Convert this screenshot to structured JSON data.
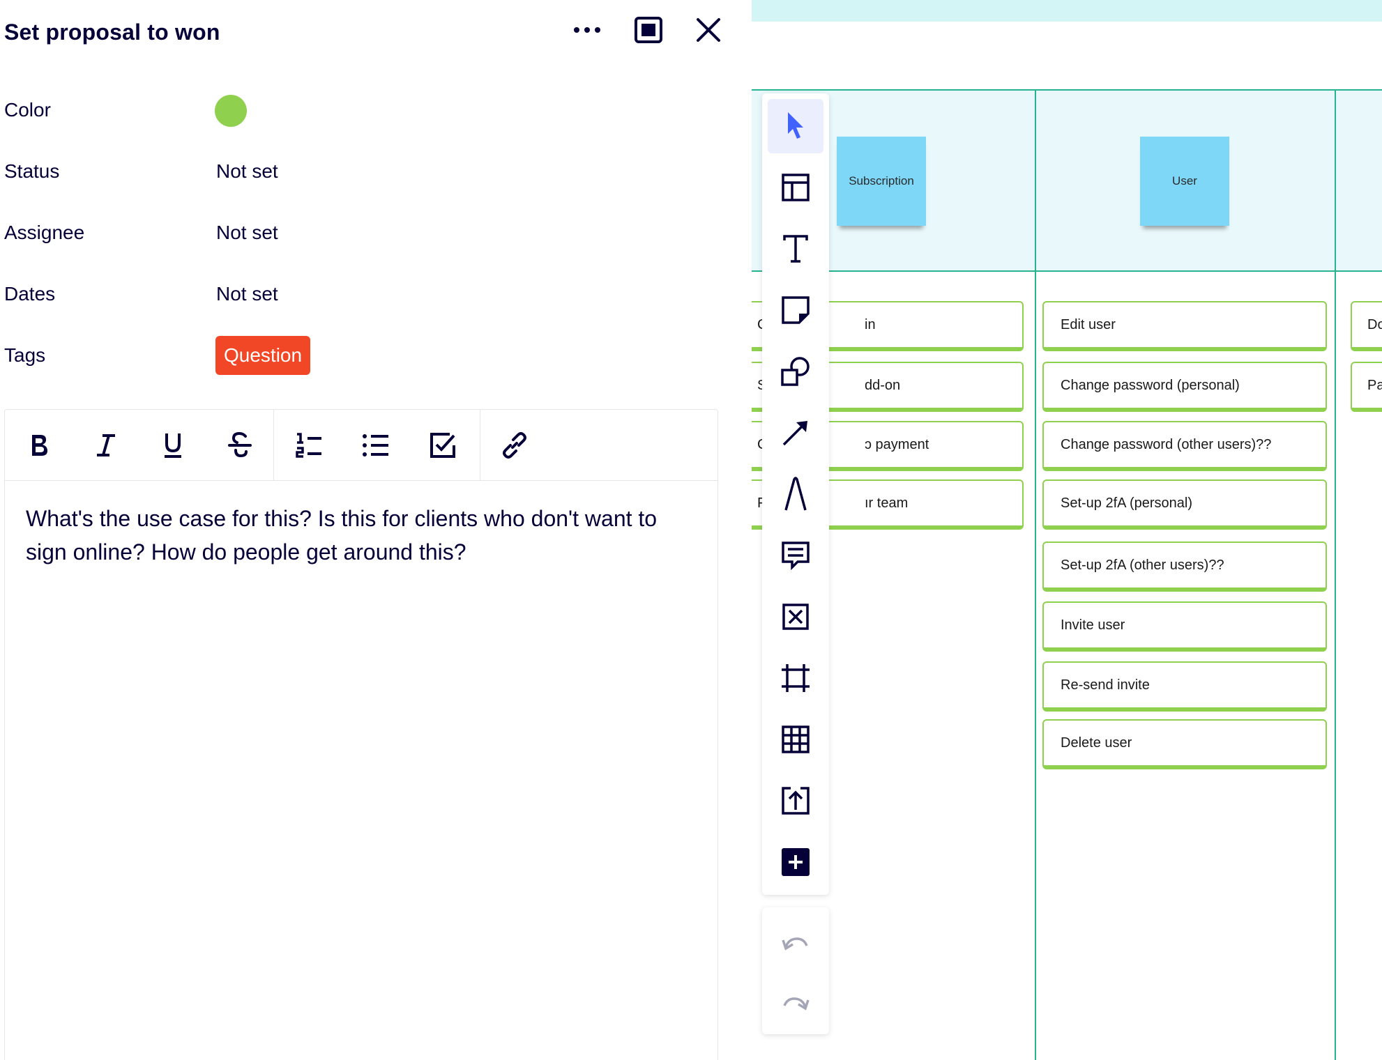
{
  "panel": {
    "title": "Set proposal to won",
    "properties": {
      "color_label": "Color",
      "color_value": "#8fd14f",
      "status_label": "Status",
      "status_value": "Not set",
      "assignee_label": "Assignee",
      "assignee_value": "Not set",
      "dates_label": "Dates",
      "dates_value": "Not set",
      "tags_label": "Tags",
      "tag": "Question",
      "tag_color": "#f24726"
    },
    "editor": {
      "toolbar": [
        "bold-icon",
        "italic-icon",
        "underline-icon",
        "strikethrough-icon",
        "numbered-list-icon",
        "bullet-list-icon",
        "checklist-icon",
        "link-icon"
      ],
      "text": "What's the use case for this? Is this for clients who don't want to sign online? How do people get around this?"
    },
    "header_icons": [
      "more-icon",
      "expand-icon",
      "close-icon"
    ]
  },
  "board": {
    "stickies": [
      "Subscription",
      "User"
    ],
    "sticky_color": "#7fd7f7",
    "card_border_color": "#8fd14f",
    "column_line_color": "#27b38f",
    "left_column_cards": [
      "C",
      "S",
      "C",
      "F"
    ],
    "subscription_cards": [
      "in",
      "dd-on",
      "ɔ payment",
      "ır team"
    ],
    "user_cards": [
      "Edit user",
      "Change password (personal)",
      "Change password (other users)??",
      "Set-up 2fA (personal)",
      "Set-up 2fA (other users)??",
      "Invite user",
      "Re-send invite",
      "Delete user"
    ],
    "right_column_cards": [
      "Do",
      "Pa"
    ]
  },
  "toolbar": {
    "tools": [
      "select-cursor-icon",
      "templates-icon",
      "text-icon",
      "sticky-note-icon",
      "shapes-icon",
      "arrow-icon",
      "pen-icon",
      "comment-icon",
      "frame-x-icon",
      "crop-frame-icon",
      "table-icon",
      "upload-icon",
      "add-more-icon"
    ],
    "undo_redo": [
      "undo-icon",
      "redo-icon"
    ],
    "accent_color": "#4262ff"
  }
}
